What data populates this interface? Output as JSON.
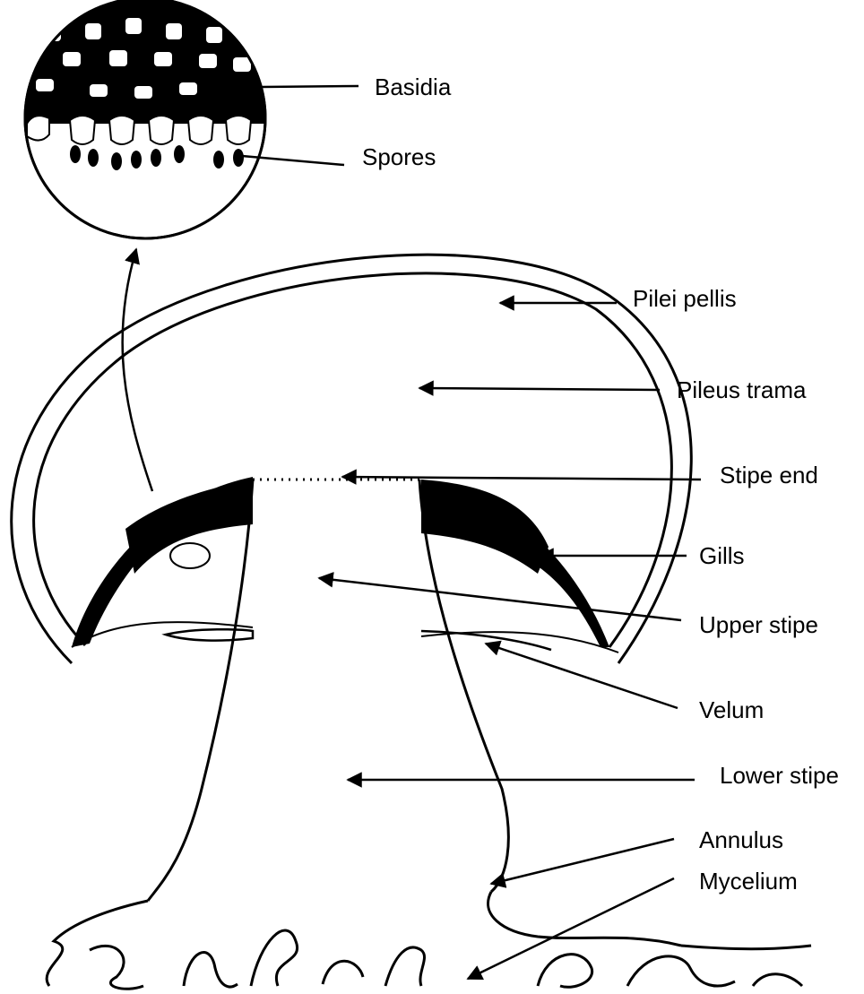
{
  "diagram": {
    "labels": {
      "basidia": "Basidia",
      "spores": "Spores",
      "pilei_pellis": "Pilei pellis",
      "pileus_trama": "Pileus trama",
      "stipe_end": "Stipe end",
      "gills": "Gills",
      "upper_stipe": "Upper stipe",
      "velum": "Velum",
      "lower_stipe": "Lower stipe",
      "annulus": "Annulus",
      "mycelium": "Mycelium"
    }
  }
}
